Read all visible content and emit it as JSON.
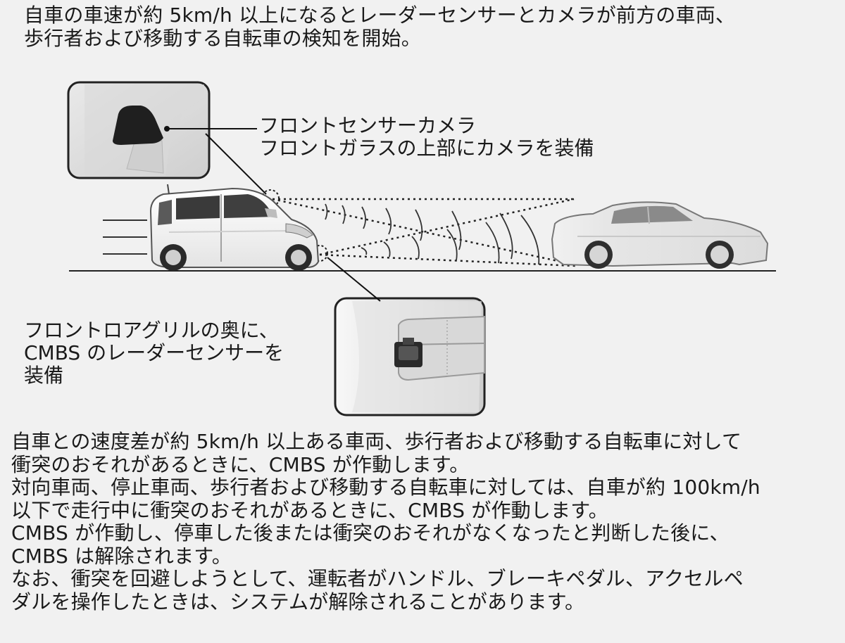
{
  "intro": {
    "lines": [
      "自車の車速が約 5km/h 以上になるとレーダーセンサーとカメラが前方の車両、",
      "歩行者および移動する自転車の検知を開始。"
    ]
  },
  "camera_callout": {
    "lines": [
      "フロントセンサーカメラ",
      "フロントガラスの上部にカメラを装備"
    ]
  },
  "radar_callout": {
    "lines": [
      "フロントロアグリルの奥に、",
      "CMBS のレーダーセンサーを",
      "装備"
    ]
  },
  "explanation": {
    "lines": [
      "自車との速度差が約 5km/h 以上ある車両、歩行者および移動する自転車に対して",
      "衝突のおそれがあるときに、CMBS が作動します。",
      "対向車両、停止車両、歩行者および移動する自転車に対しては、自車が約 100km/h",
      "以下で走行中に衝突のおそれがあるときに、CMBS が作動します。",
      "CMBS が作動し、停車した後または衝突のおそれがなくなったと判断した後に、",
      "CMBS は解除されます。",
      "なお、衝突を回避しようとして、運転者がハンドル、ブレーキペダル、アクセルペ",
      "ダルを操作したときは、システムが解除されることがあります。"
    ]
  }
}
